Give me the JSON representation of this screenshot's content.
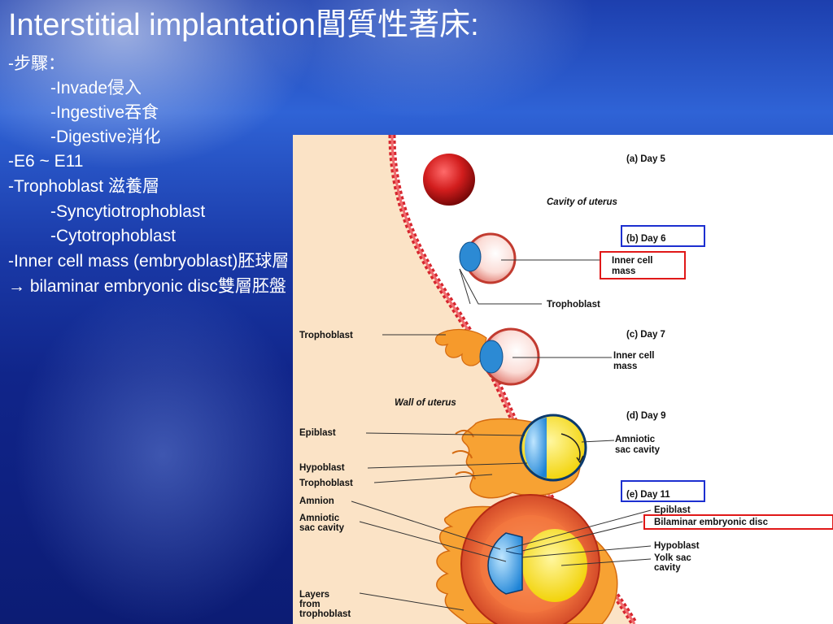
{
  "slide": {
    "title": "Interstitial implantation閶質性著床:",
    "lines": [
      {
        "text": "-步驟：",
        "indent": 1
      },
      {
        "text": "-Invade侵入",
        "indent": 2
      },
      {
        "text": "-Ingestive吞食",
        "indent": 2
      },
      {
        "text": "-Digestive消化",
        "indent": 2
      },
      {
        "text": "-E6 ~ E11",
        "indent": 1
      },
      {
        "text": "-Trophoblast 滋養層",
        "indent": 1
      },
      {
        "text": "-Syncytiotrophoblast",
        "indent": 2
      },
      {
        "text": "-Cytotrophoblast",
        "indent": 2
      },
      {
        "text": "-Inner cell mass (embryoblast)胚球層",
        "indent": 1
      },
      {
        "text": " → bilaminar embryonic disc雙層胚盤",
        "indent": 1
      }
    ]
  },
  "diagram": {
    "stages": {
      "a": "(a) Day 5",
      "b": "(b) Day 6",
      "c": "(c) Day 7",
      "d": "(d) Day 9",
      "e": "(e) Day 11"
    },
    "labels": {
      "cavity_of_uterus": "Cavity of uterus",
      "wall_of_uterus": "Wall of uterus",
      "icm_b_1": "Inner cell",
      "icm_b_2": "mass",
      "trophoblast_b": "Trophoblast",
      "trophoblast_c": "Trophoblast",
      "icm_c_1": "Inner cell",
      "icm_c_2": "mass",
      "epiblast_d": "Epiblast",
      "hypoblast_d": "Hypoblast",
      "trophoblast_d": "Trophoblast",
      "amniotic_d_1": "Amniotic",
      "amniotic_d_2": "sac cavity",
      "amnion_e": "Amnion",
      "amniotic_e_1": "Amniotic",
      "amniotic_e_2": "sac cavity",
      "layers_1": "Layers",
      "layers_2": "from",
      "layers_3": "trophoblast",
      "epiblast_e": "Epiblast",
      "bilaminar_e": "Bilaminar embryonic disc",
      "hypoblast_e": "Hypoblast",
      "yolk_1": "Yolk sac",
      "yolk_2": "cavity"
    },
    "highlight_colors": {
      "blue_box": "#1c2fd0",
      "red_box": "#e01818"
    }
  }
}
